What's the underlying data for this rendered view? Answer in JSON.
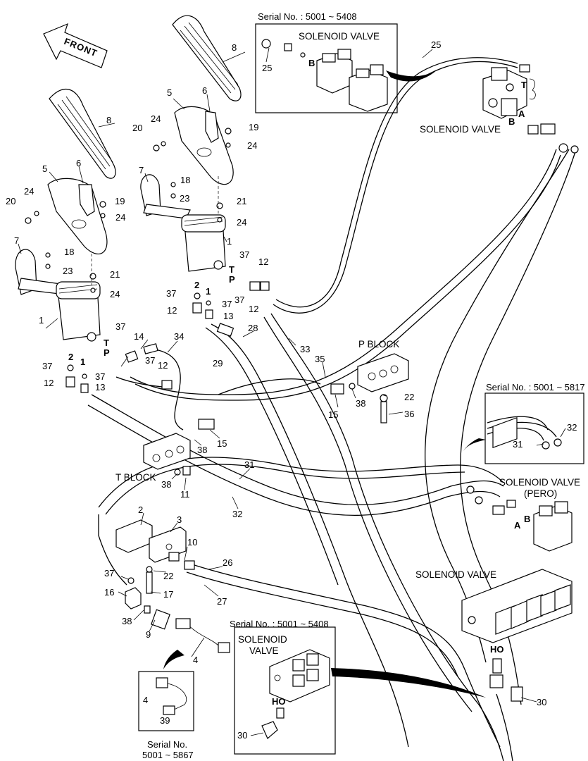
{
  "direction_label": "FRONT",
  "callouts": {
    "serial_top": "Serial No. : 5001 ~ 5408",
    "serial_right": "Serial No. : 5001 ~ 5817",
    "serial_bottom_mid": "Serial No. : 5001 ~ 5408",
    "serial_bottom_left_line1": "Serial No.",
    "serial_bottom_left_line2": "5001 ~ 5867"
  },
  "titles": {
    "solenoid_valve_top_inset": "SOLENOID VALVE",
    "solenoid_valve_top_right": "SOLENOID VALVE",
    "solenoid_valve_pero_line1": "SOLENOID VALVE",
    "solenoid_valve_pero_line2": "(PERO)",
    "solenoid_valve_bottom_right": "SOLENOID VALVE",
    "solenoid_valve_inset_line1": "SOLENOID",
    "solenoid_valve_inset_line2": "VALVE",
    "p_block": "P BLOCK",
    "t_block": "T BLOCK"
  },
  "ports": {
    "A": "A",
    "B": "B",
    "T": "T",
    "P": "P",
    "HO": "HO",
    "one": "1",
    "two": "2"
  },
  "parts": {
    "n1": "1",
    "n2": "2",
    "n3": "3",
    "n4": "4",
    "n5": "5",
    "n6": "6",
    "n7": "7",
    "n8": "8",
    "n9": "9",
    "n10": "10",
    "n11": "11",
    "n12": "12",
    "n13": "13",
    "n14": "14",
    "n15": "15",
    "n16": "16",
    "n17": "17",
    "n18": "18",
    "n19": "19",
    "n20": "20",
    "n21": "21",
    "n22": "22",
    "n23": "23",
    "n24": "24",
    "n25": "25",
    "n26": "26",
    "n27": "27",
    "n28": "28",
    "n29": "29",
    "n30": "30",
    "n31": "31",
    "n32": "32",
    "n33": "33",
    "n34": "34",
    "n35": "35",
    "n36": "36",
    "n37": "37",
    "n38": "38",
    "n39": "39"
  }
}
